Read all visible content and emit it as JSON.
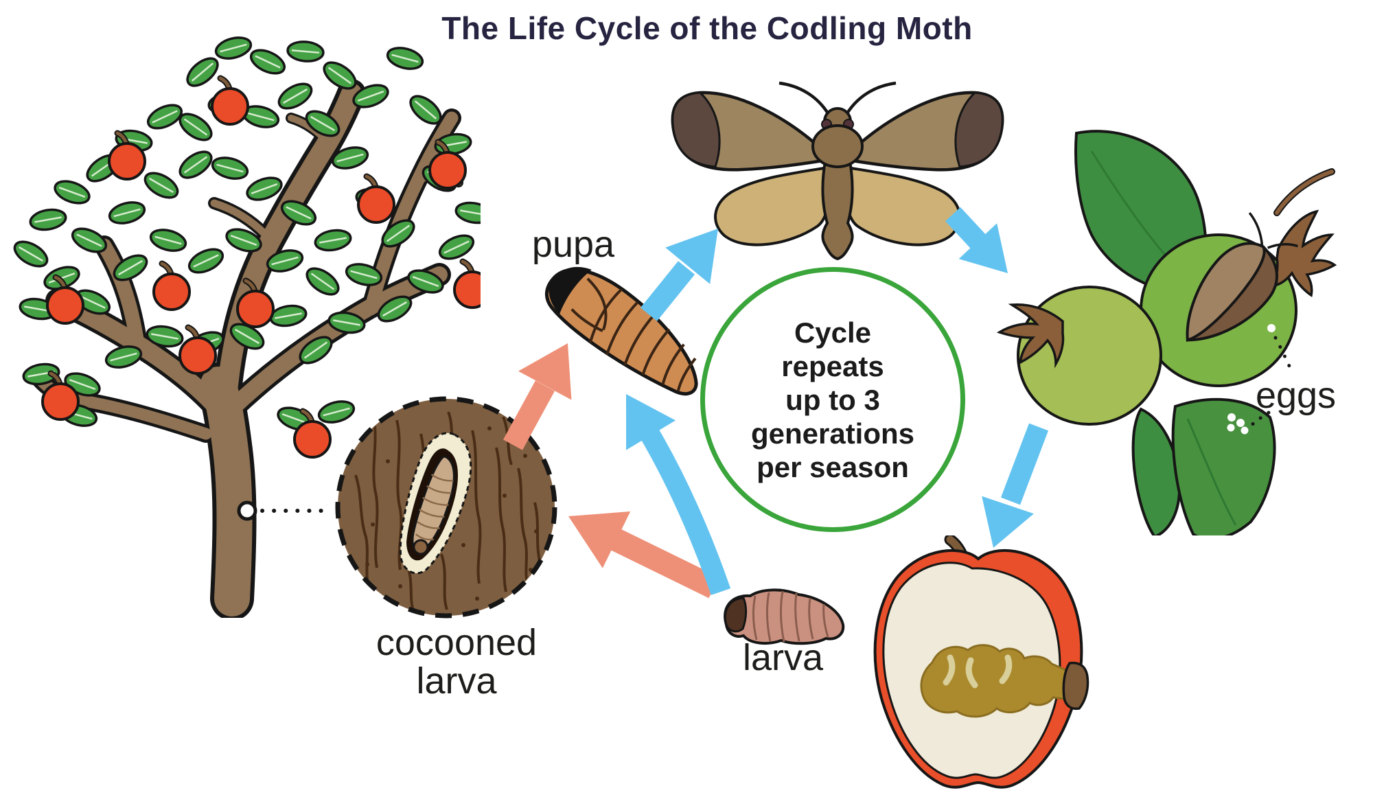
{
  "title": "The Life Cycle of the Codling Moth",
  "cycle_note": {
    "lines": [
      "Cycle",
      "repeats",
      "up to 3",
      "generations",
      "per season"
    ]
  },
  "stage_labels": {
    "pupa": "pupa",
    "eggs": "eggs",
    "larva": "larva",
    "cocooned_larva_line1": "cocooned",
    "cocooned_larva_line2": "larva"
  },
  "icons": [
    "apple-tree-illustration",
    "adult-moth-illustration",
    "pupa-illustration",
    "green-fruit-with-moth-and-eggs-illustration",
    "damaged-apple-illustration",
    "larva-illustration",
    "cocooned-larva-bark-inset-illustration",
    "cycle-arrow",
    "return-arrow",
    "dotted-connector"
  ],
  "colors": {
    "title_text": "#262440",
    "label_text": "#1d1d1b",
    "cycle_circle_border": "#3aa53a",
    "cycle_arrow": "#63c3f0",
    "return_arrow": "#ee9077",
    "apple_red": "#ea4b28",
    "leaf_green": "#44a245",
    "fruit_green_light": "#a5bf56",
    "fruit_green_dark": "#7cb446",
    "bark_brown": "#7d5e40"
  }
}
